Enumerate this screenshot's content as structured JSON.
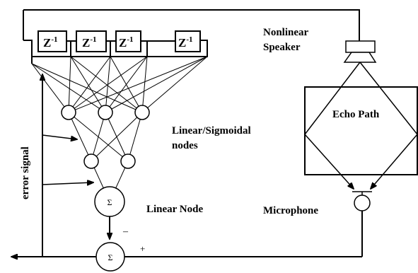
{
  "delays": {
    "labels": [
      "Z",
      "Z",
      "Z",
      "Z"
    ],
    "exponent": "-1"
  },
  "labels": {
    "speaker": [
      "Nonlinear",
      "Speaker"
    ],
    "echo_path": "Echo Path",
    "hidden_nodes": [
      "Linear/Sigmoidal",
      "nodes"
    ],
    "linear_node": "Linear Node",
    "microphone": "Microphone",
    "error_signal": "error signal"
  },
  "symbols": {
    "sum": "Σ",
    "minus": "–",
    "plus": "+"
  }
}
